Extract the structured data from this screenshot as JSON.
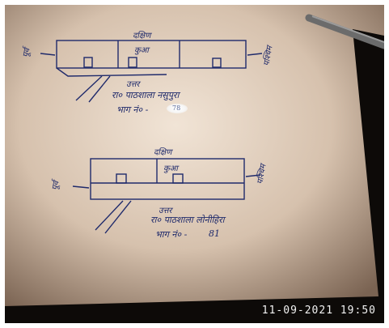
{
  "sketch_top": {
    "north_label": "दक्षिण",
    "center_label": "कुआ",
    "left_label": "पूर्व",
    "right_label": "पश्चिम",
    "bottom_label": "उत्तर",
    "caption_line1": "रा० पाठशाला नसुपुरा",
    "caption_line2": "भाग नं० -",
    "caption_number": "78"
  },
  "sketch_bottom": {
    "north_label": "दक्षिण",
    "center_label": "कुआ",
    "left_label": "पूर्व",
    "right_label": "पश्चिम",
    "bottom_label": "उत्तर",
    "caption_line1": "रा० पाठशाला लोनीहिरा",
    "caption_line2": "भाग नं० -",
    "caption_number": "81"
  },
  "timestamp": "11-09-2021 19:50",
  "colors": {
    "paper": "#d9c7b6",
    "ink": "#1f2a6b",
    "background": "#0d0a08"
  }
}
